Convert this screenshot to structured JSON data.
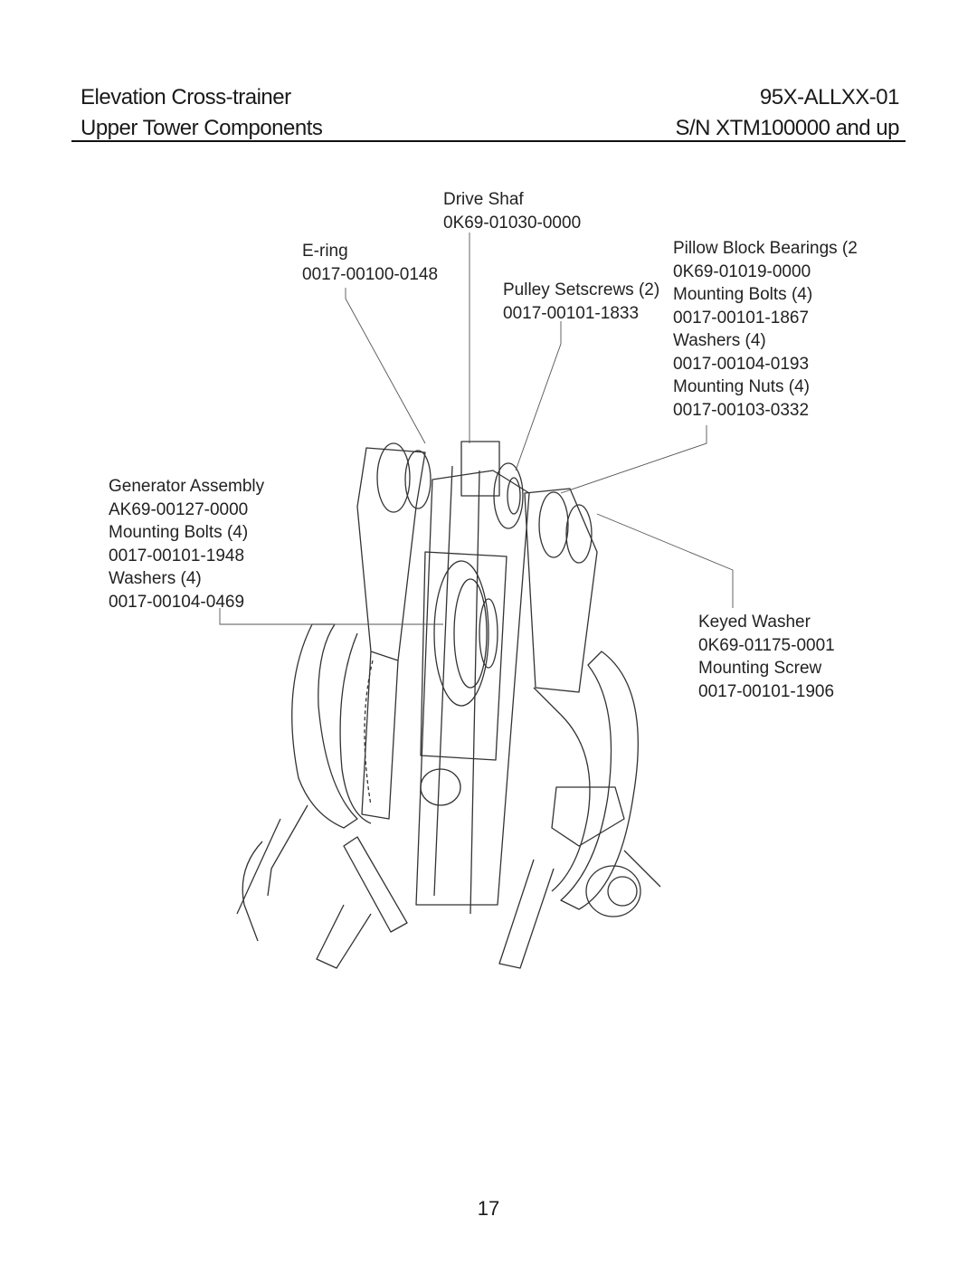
{
  "header": {
    "title": "Elevation Cross-trainer",
    "model": "95X-ALLXX-01",
    "subtitle": "Upper Tower Components",
    "serial": "S/N XTM100000 and up"
  },
  "callouts": {
    "drive_shaft": [
      "Drive Shaf",
      "0K69-01030-0000"
    ],
    "e_ring": [
      "E-ring",
      "0017-00100-0148"
    ],
    "pulley_setscrews": [
      "Pulley Setscrews (2)",
      "0017-00101-1833"
    ],
    "pillow_block": [
      "Pillow Block Bearings (2",
      "0K69-01019-0000",
      "Mounting Bolts (4)",
      "0017-00101-1867",
      "Washers (4)",
      "0017-00104-0193",
      "Mounting Nuts (4)",
      "0017-00103-0332"
    ],
    "generator": [
      "Generator Assembly",
      "AK69-00127-0000",
      "Mounting Bolts (4)",
      "0017-00101-1948",
      "Washers (4)",
      "0017-00104-0469"
    ],
    "keyed_washer": [
      "Keyed Washer",
      "0K69-01175-0001",
      "Mounting Screw",
      "0017-00101-1906"
    ]
  },
  "page_number": "17"
}
